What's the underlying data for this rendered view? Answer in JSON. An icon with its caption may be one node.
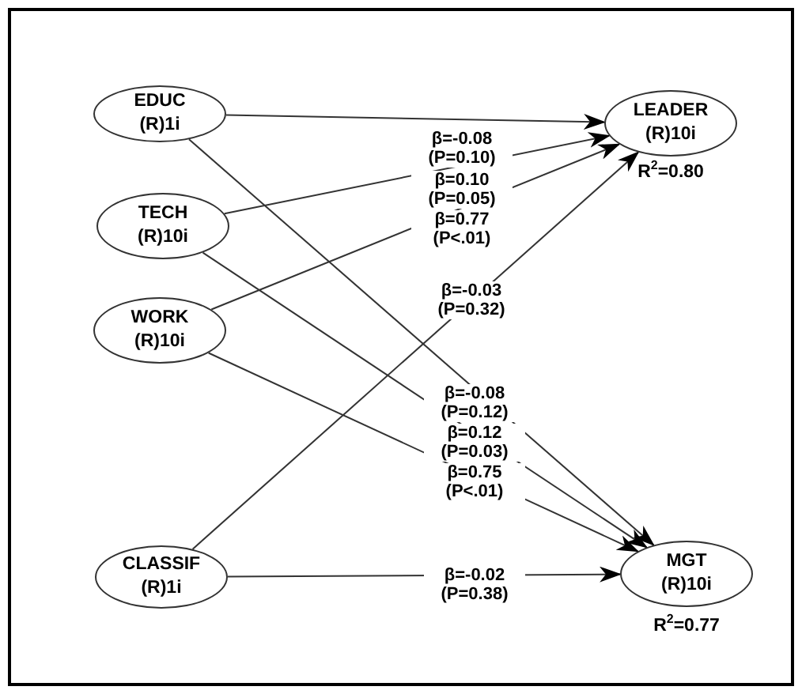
{
  "diagram": {
    "nodes": [
      {
        "text": [
          "EDUC",
          "(R)1i"
        ]
      },
      {
        "text": [
          "TECH",
          "(R)10i"
        ]
      },
      {
        "text": [
          "WORK",
          "(R)10i"
        ]
      },
      {
        "text": [
          "CLASSIF",
          "(R)1i"
        ]
      },
      {
        "text": [
          "LEADER",
          "(R)10i"
        ],
        "beside": [
          "R$^{2}$=0.80"
        ]
      },
      {
        "text": [
          "MGT",
          "(R)10i"
        ],
        "beside": [
          "R$^{2}$=0.77"
        ]
      }
    ],
    "edges": [
      {
        "from": 0,
        "to": 4,
        "arrow": "to",
        "label": "β=-0.08 (P=0.10)"
      },
      {
        "from": 1,
        "to": 4,
        "arrow": "to",
        "label": "β=0.10 (P=0.05)"
      },
      {
        "from": 2,
        "to": 4,
        "arrow": "to",
        "label": "β=0.77 (P<.01)"
      },
      {
        "from": 3,
        "to": 4,
        "arrow": "to",
        "label": "β=-0.03 (P=0.32)"
      },
      {
        "from": 0,
        "to": 5,
        "arrow": "to",
        "label": "β=-0.08 (P=0.12)"
      },
      {
        "from": 1,
        "to": 5,
        "arrow": "to",
        "label": "β=0.12 (P=0.03)"
      },
      {
        "from": 2,
        "to": 5,
        "arrow": "to",
        "label": "β=0.75 (P<.01)"
      },
      {
        "from": 3,
        "to": 5,
        "arrow": "to",
        "label": "β=-0.02 (P=0.38)"
      }
    ]
  }
}
